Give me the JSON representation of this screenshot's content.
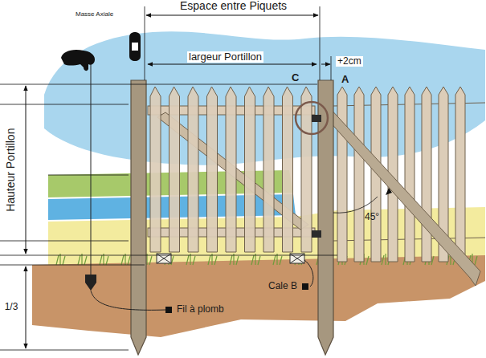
{
  "diagram": {
    "labels": [
      "Masse Axiale",
      "Espace entre Piquets",
      "largeur Portillon",
      "C",
      "+2cm",
      "A",
      "Hauteur Portillon",
      "45°",
      "Cale B",
      "Fil à plomb",
      "1/3"
    ]
  }
}
